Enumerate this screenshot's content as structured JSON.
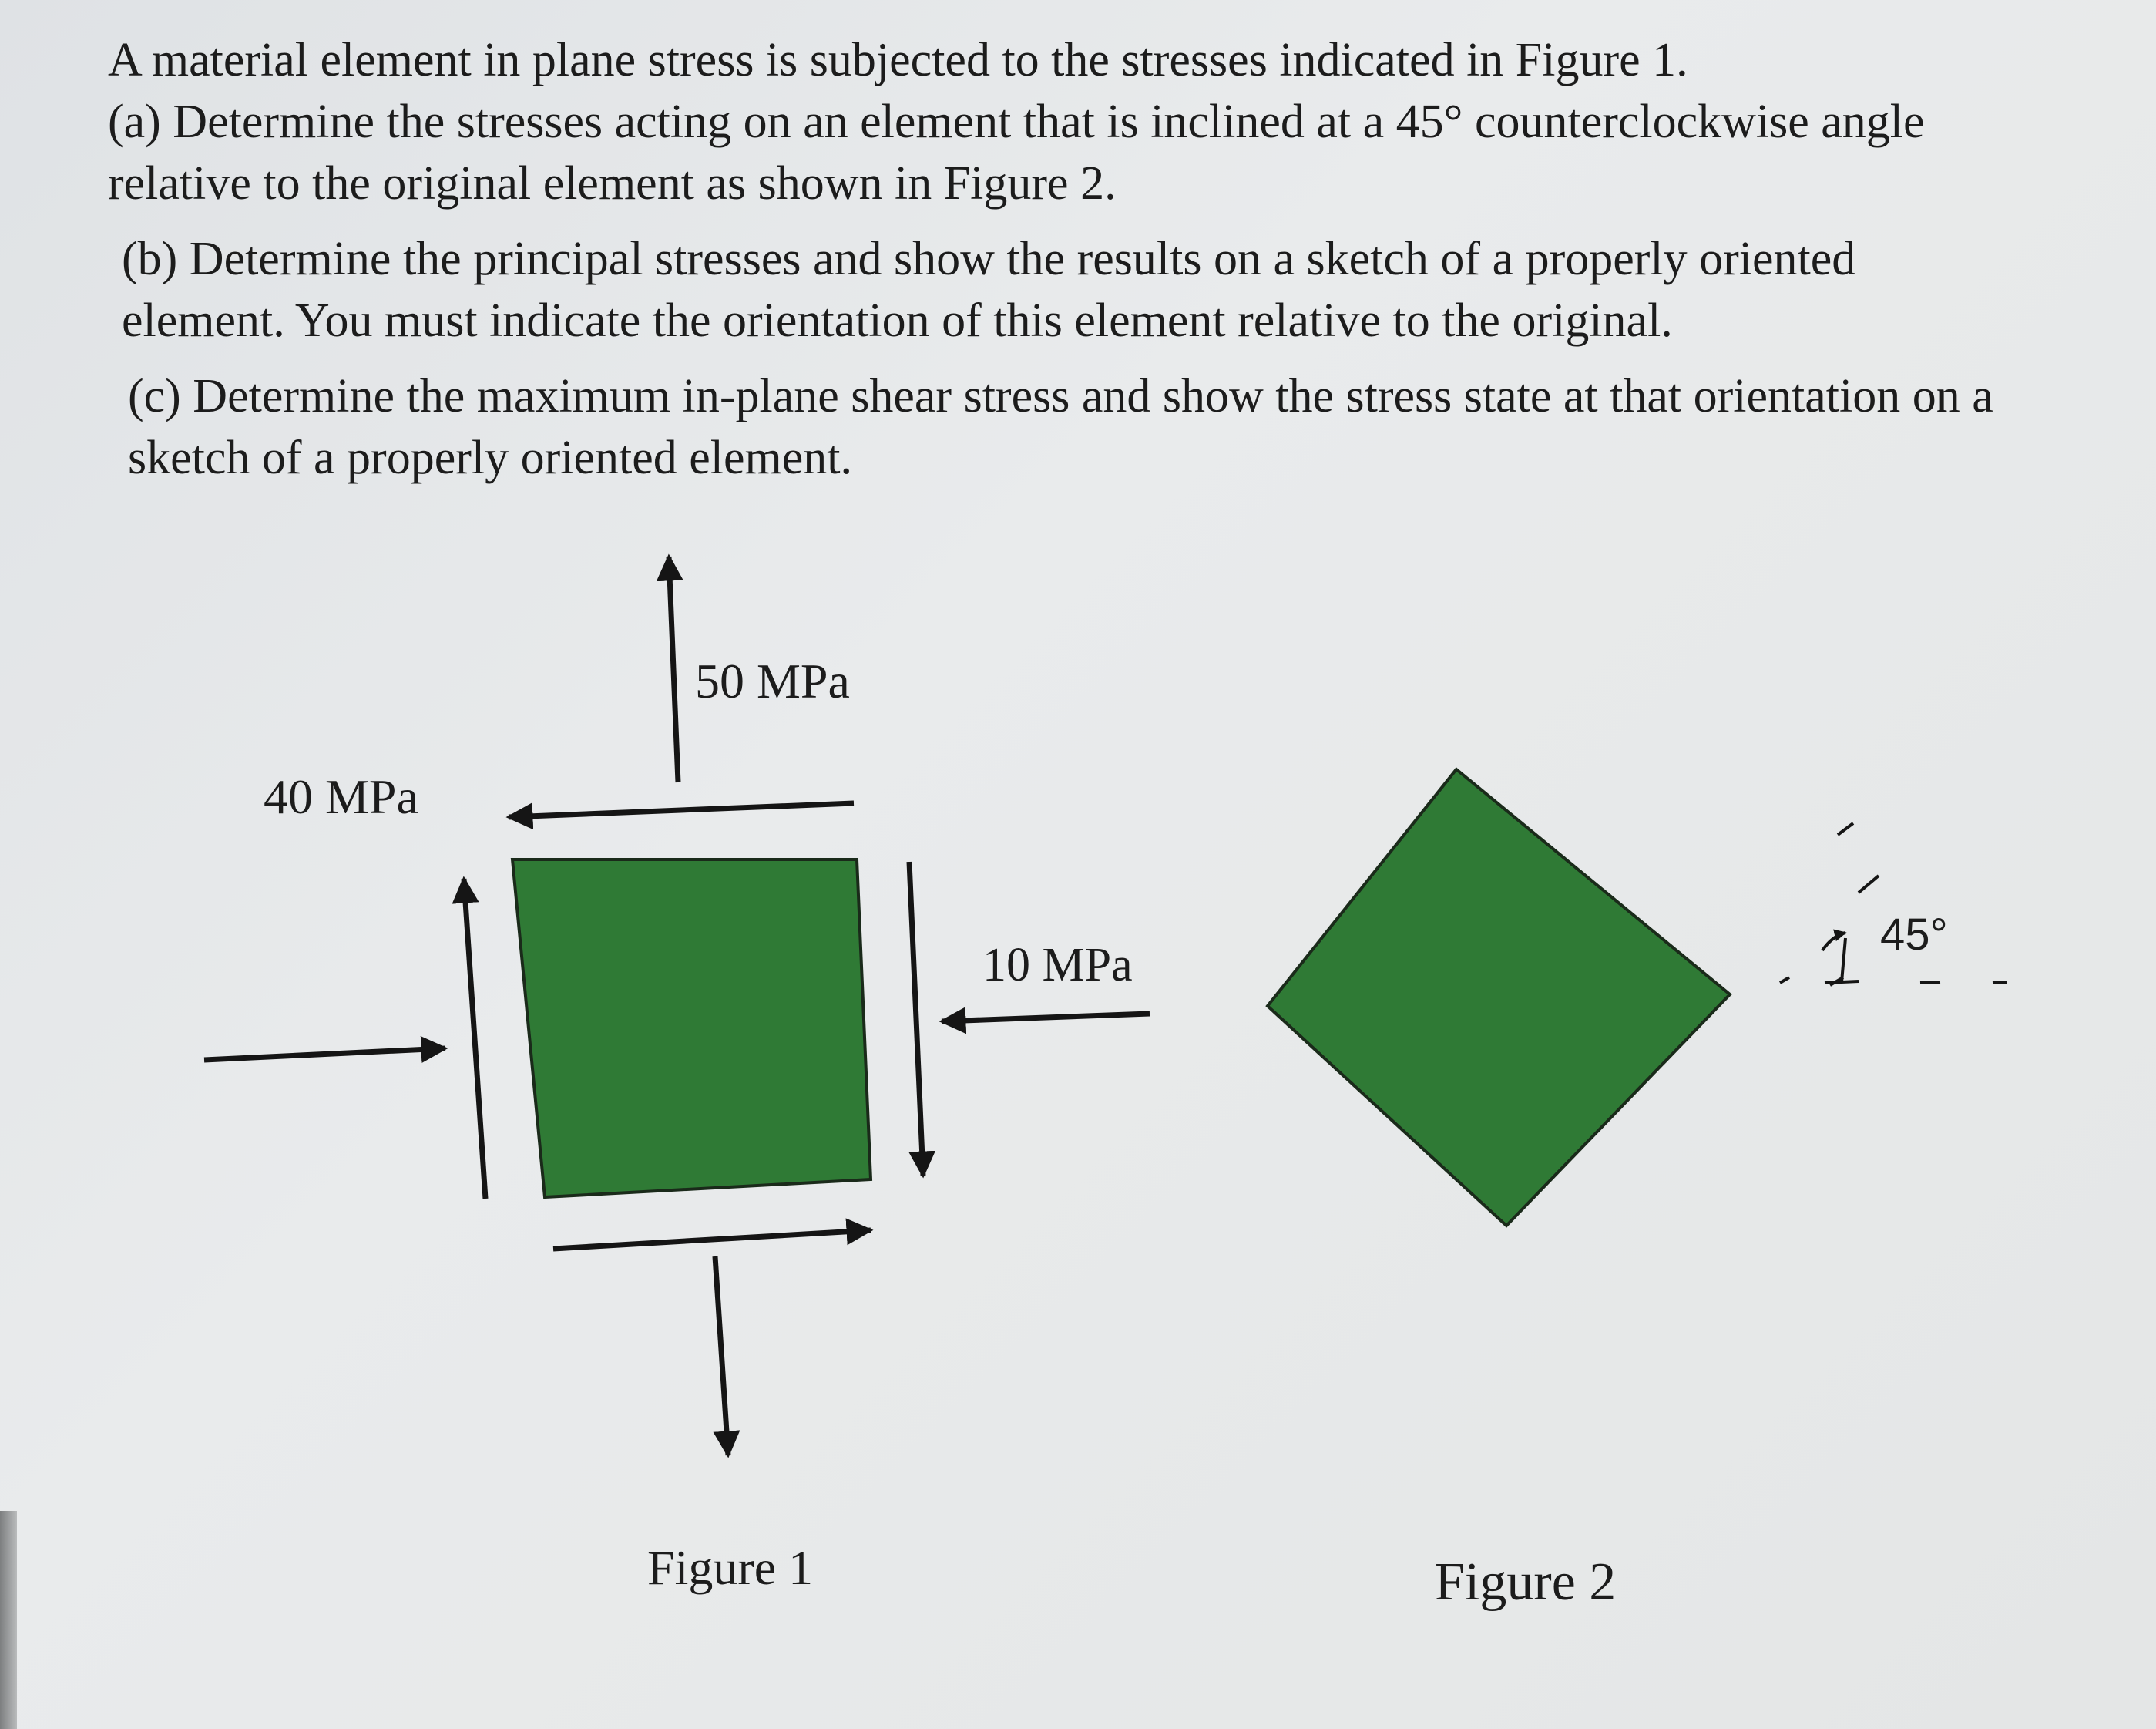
{
  "problem": {
    "intro": "A material element in plane stress is subjected to the stresses indicated in Figure 1.",
    "part_a": "(a) Determine the stresses acting on an element that is inclined at a 45° counterclockwise angle relative to the original element as shown in Figure 2.",
    "part_b": "(b) Determine the principal stresses and show the results on a sketch of a properly oriented element. You must indicate the orientation of this element relative to the original.",
    "part_c": "(c) Determine the maximum in-plane shear stress and show the stress state at that orientation on a sketch of a properly oriented element."
  },
  "figure1": {
    "caption": "Figure 1",
    "normal_y_label": "50 MPa",
    "shear_label": "40 MPa",
    "normal_x_label": "10 MPa"
  },
  "figure2": {
    "caption": "Figure 2",
    "angle_label": "45°"
  },
  "colors": {
    "element_fill": "#2f7a35",
    "element_stroke": "#1a2a1a",
    "arrow": "#151515"
  }
}
